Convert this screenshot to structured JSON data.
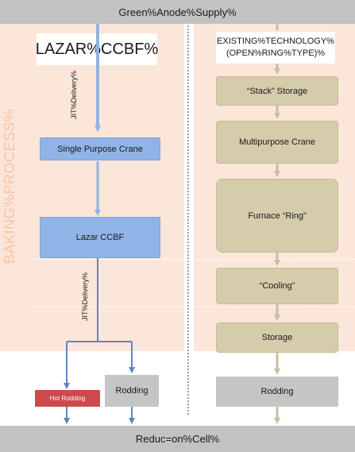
{
  "top_bar": "Green%Anode%Supply%",
  "bottom_bar": "Reduc=on%Cell%",
  "side_label": "BAKING%PROCESS%",
  "left": {
    "title": "LAZAR%CCBF%",
    "jit_label_1": "JIT%Delivery%",
    "jit_label_2": "JIT%Delivery%",
    "boxes": {
      "single_crane": "Single Purpose Crane",
      "lazar_ccbf": "Lazar CCBF",
      "hot_rodding": "Hot Rodding",
      "rodding": "Rodding"
    }
  },
  "right": {
    "title_line1": "EXISTING%TECHNOLOGY%",
    "title_line2": "(OPEN%RING%TYPE)%",
    "boxes": {
      "stack_storage": "“Stack” Storage",
      "multipurpose_crane": "Multipurpose Crane",
      "furnace_ring": "Furnace “Ring”",
      "cooling": "“Cooling”",
      "storage": "Storage",
      "rodding": "Rodding"
    }
  },
  "colors": {
    "bar": "#c2c2c2",
    "baking_region": "#fce6d9",
    "left_box": "#90b4e6",
    "left_arrow": "#5b86c5",
    "right_box": "#d5ccab",
    "right_arrow": "#c9bea0",
    "hot_rodding": "#cb4a4c",
    "side_label": "#f5c4a5"
  }
}
